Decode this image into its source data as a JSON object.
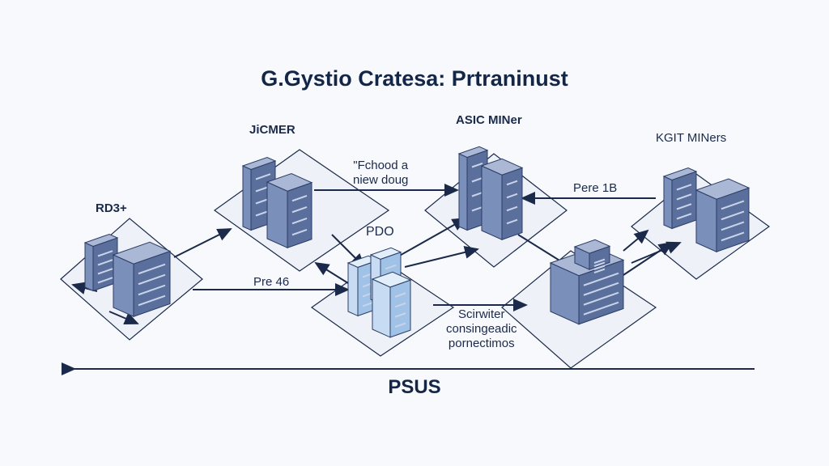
{
  "title": "G.Gystio Cratesa: Prtraninust",
  "nodes": {
    "jicmer": "JiCMER",
    "asic": "ASIC MINer",
    "kgit": "KGIT MINers",
    "rd3": "RD3+",
    "pdo": "PDO"
  },
  "edge_labels": {
    "fchood_line1": "\"Fchood a",
    "fchood_line2": "niew doug",
    "pere": "Pere 1B",
    "pre46": "Pre 46",
    "scirwiter_line1": "Scirwiter",
    "scirwiter_line2": "consingeadic",
    "scirwiter_line3": "pornectimos"
  },
  "footer": "PSUS",
  "colors": {
    "navy": "#1b2a4a",
    "server": "#5a6f9c",
    "light": "#a9c8e8"
  }
}
